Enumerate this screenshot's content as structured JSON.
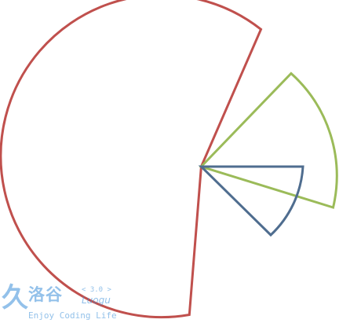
{
  "watermark": {
    "glyph": "久",
    "name": "洛谷",
    "version": "< 3.0 >",
    "latin": "Luogu",
    "slogan": "Enjoy Coding Life"
  },
  "sectors": [
    {
      "id": "red-sector",
      "color": "#c0504d",
      "radius": 205,
      "start_angle_deg": -67,
      "end_angle_deg": 94,
      "direction": "counterclockwise"
    },
    {
      "id": "green-sector",
      "color": "#9bbb59",
      "radius": 175,
      "start_angle_deg": -50,
      "end_angle_deg": 15,
      "direction": "clockwise"
    },
    {
      "id": "blue-sector",
      "color": "#4f6d8f",
      "radius": 130,
      "start_angle_deg": 0,
      "end_angle_deg": 43,
      "direction": "clockwise"
    }
  ]
}
